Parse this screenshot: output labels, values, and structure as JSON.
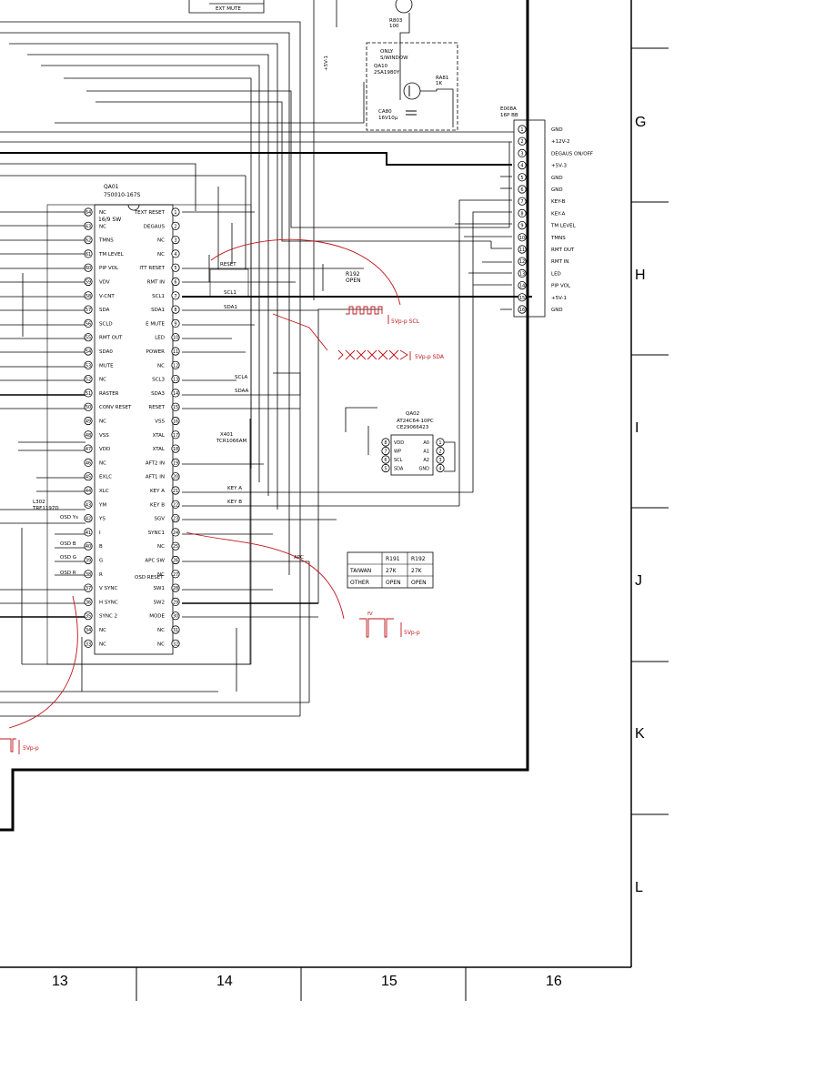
{
  "grid": {
    "rows": [
      "G",
      "H",
      "I",
      "J",
      "K",
      "L"
    ],
    "columns": [
      "13",
      "14",
      "15",
      "16"
    ]
  },
  "ic_main": {
    "ref": "QA01",
    "part": "750010-167S",
    "subtitle": "16/9 SW",
    "left_pins": [
      {
        "n": "64",
        "name": "NC"
      },
      {
        "n": "63",
        "name": "NC"
      },
      {
        "n": "62",
        "name": "TMNS"
      },
      {
        "n": "61",
        "name": "TM LEVEL"
      },
      {
        "n": "60",
        "name": "PIP VOL"
      },
      {
        "n": "59",
        "name": "VDV"
      },
      {
        "n": "58",
        "name": "V-CNT"
      },
      {
        "n": "57",
        "name": "SDA"
      },
      {
        "n": "56",
        "name": "SCLD"
      },
      {
        "n": "55",
        "name": "RMT OUT"
      },
      {
        "n": "54",
        "name": "SDA0"
      },
      {
        "n": "53",
        "name": "MUTE"
      },
      {
        "n": "52",
        "name": "NC"
      },
      {
        "n": "51",
        "name": "RASTER"
      },
      {
        "n": "50",
        "name": "CONV RESET"
      },
      {
        "n": "49",
        "name": "NC"
      },
      {
        "n": "48",
        "name": "VSS"
      },
      {
        "n": "47",
        "name": "VDD"
      },
      {
        "n": "46",
        "name": "NC"
      },
      {
        "n": "45",
        "name": "EXLC"
      },
      {
        "n": "44",
        "name": "XLC"
      },
      {
        "n": "43",
        "name": "YM"
      },
      {
        "n": "42",
        "name": "YS"
      },
      {
        "n": "41",
        "name": "I"
      },
      {
        "n": "40",
        "name": "B"
      },
      {
        "n": "39",
        "name": "G"
      },
      {
        "n": "38",
        "name": "R"
      },
      {
        "n": "37",
        "name": "V SYNC"
      },
      {
        "n": "36",
        "name": "H SYNC"
      },
      {
        "n": "35",
        "name": "SYNC 2"
      },
      {
        "n": "34",
        "name": "NC"
      },
      {
        "n": "33",
        "name": "NC"
      }
    ],
    "right_pins": [
      {
        "n": "1",
        "name": "TEXT RESET"
      },
      {
        "n": "2",
        "name": "DEGAUS"
      },
      {
        "n": "3",
        "name": "NC"
      },
      {
        "n": "4",
        "name": "NC"
      },
      {
        "n": "5",
        "name": "ITT RESET"
      },
      {
        "n": "6",
        "name": "RMT IN"
      },
      {
        "n": "7",
        "name": "SCL1"
      },
      {
        "n": "8",
        "name": "SDA1"
      },
      {
        "n": "9",
        "name": "E MUTE"
      },
      {
        "n": "10",
        "name": "LED"
      },
      {
        "n": "11",
        "name": "POWER"
      },
      {
        "n": "12",
        "name": "NC"
      },
      {
        "n": "13",
        "name": "SCL3"
      },
      {
        "n": "14",
        "name": "SDA3"
      },
      {
        "n": "15",
        "name": "RESET"
      },
      {
        "n": "16",
        "name": "VSS"
      },
      {
        "n": "17",
        "name": "XTAL"
      },
      {
        "n": "18",
        "name": "XTAL"
      },
      {
        "n": "19",
        "name": "AFT2 IN"
      },
      {
        "n": "20",
        "name": "AFT1 IN"
      },
      {
        "n": "21",
        "name": "KEY A"
      },
      {
        "n": "22",
        "name": "KEY B"
      },
      {
        "n": "23",
        "name": "SGV"
      },
      {
        "n": "24",
        "name": "SYNC1"
      },
      {
        "n": "25",
        "name": "NC"
      },
      {
        "n": "26",
        "name": "APC SW"
      },
      {
        "n": "27",
        "name": "NC"
      },
      {
        "n": "28",
        "name": "SW1"
      },
      {
        "n": "29",
        "name": "SW2"
      },
      {
        "n": "30",
        "name": "MODE"
      },
      {
        "n": "31",
        "name": "NC"
      },
      {
        "n": "32",
        "name": "NC"
      }
    ]
  },
  "connector": {
    "ref": "E008A",
    "type": "16P BB",
    "pins": [
      {
        "n": "1",
        "name": "GND"
      },
      {
        "n": "2",
        "name": "+12V-2"
      },
      {
        "n": "3",
        "name": "DEGAUS ON/OFF"
      },
      {
        "n": "4",
        "name": "+5V-3"
      },
      {
        "n": "5",
        "name": "GND"
      },
      {
        "n": "6",
        "name": "GND"
      },
      {
        "n": "7",
        "name": "KEY-B"
      },
      {
        "n": "8",
        "name": "KEY-A"
      },
      {
        "n": "9",
        "name": "TM LEVEL"
      },
      {
        "n": "10",
        "name": "TMNS"
      },
      {
        "n": "11",
        "name": "RMT OUT"
      },
      {
        "n": "12",
        "name": "RMT IN"
      },
      {
        "n": "13",
        "name": "LED"
      },
      {
        "n": "14",
        "name": "PIP VOL"
      },
      {
        "n": "15",
        "name": "+5V-1"
      },
      {
        "n": "16",
        "name": "GND"
      }
    ]
  },
  "eeprom": {
    "ref": "QA02",
    "part": "AT24C64-10PC",
    "code": "CE29066423",
    "left_pins": [
      {
        "n": "8",
        "name": "VDD"
      },
      {
        "n": "7",
        "name": "WP"
      },
      {
        "n": "6",
        "name": "SCL"
      },
      {
        "n": "5",
        "name": "SDA"
      }
    ],
    "right_pins": [
      {
        "n": "1",
        "name": "A0"
      },
      {
        "n": "2",
        "name": "A1"
      },
      {
        "n": "3",
        "name": "A2"
      },
      {
        "n": "4",
        "name": "GND"
      }
    ]
  },
  "window_box": {
    "line1": "ONLY",
    "line2": "S/WINDOW",
    "transistor": "QA10",
    "transistor_part": "2SA1980Y",
    "cap": "CA80",
    "cap_value": "16V10µ",
    "resistor": "RA81",
    "resistor_value": "1K"
  },
  "option_table": {
    "headers": [
      "",
      "R191",
      "R192"
    ],
    "rows": [
      [
        "TAIWAN",
        "27K",
        "27K"
      ],
      [
        "OTHER",
        "OPEN",
        "OPEN"
      ]
    ]
  },
  "waveforms": {
    "scl": "5Vp-p SCL",
    "sda": "5Vp-p SDA",
    "sync": "5Vp-p",
    "sync_period": "fV",
    "bottom_left": "5Vp-p"
  },
  "top_labels": {
    "ext_mute": "EXT MUTE",
    "r803": "R803",
    "r803_value": "100",
    "plus5v1": "+5V-1",
    "r192": "R192",
    "r192_value": "OPEN"
  },
  "signal_labels": {
    "reset": "RESET",
    "scl1": "SCL1",
    "sda1": "SDA1",
    "scla": "SCLA",
    "sdaa": "SDAA",
    "key_a": "KEY A",
    "key_b": "KEY B",
    "apc": "APC",
    "osd_ys": "OSD Ys",
    "osd_b": "OSD B",
    "osd_g": "OSD G",
    "osd_r": "OSD R",
    "xtal": "X401",
    "xtal_part": "TCR1066AM",
    "coil": "L302",
    "coil_part": "TRF1197D",
    "osd_reset": "OSD RESET"
  }
}
